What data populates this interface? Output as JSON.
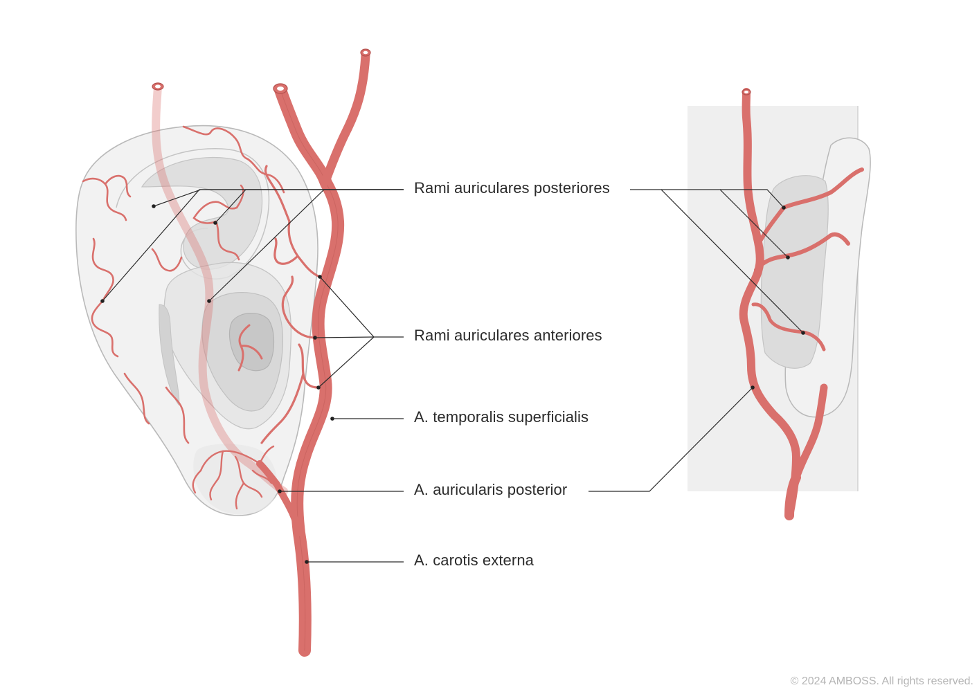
{
  "labels": {
    "rami_auriculares_posteriores": "Rami auriculares posteriores",
    "rami_auriculares_anteriores": "Rami auriculares anteriores",
    "a_temporalis_superficialis": "A. temporalis superficialis",
    "a_auricularis_posterior": "A. auricularis posterior",
    "a_carotis_externa": "A. carotis externa"
  },
  "copyright": "© 2024 AMBOSS. All rights reserved.",
  "colors": {
    "artery": "#d9706c",
    "artery_dark": "#b5504d",
    "ear_fill": "#e6e6e6",
    "ear_outline": "#b9b9b9",
    "skin_panel": "#efefef",
    "leader_line": "#2b2b2b"
  }
}
